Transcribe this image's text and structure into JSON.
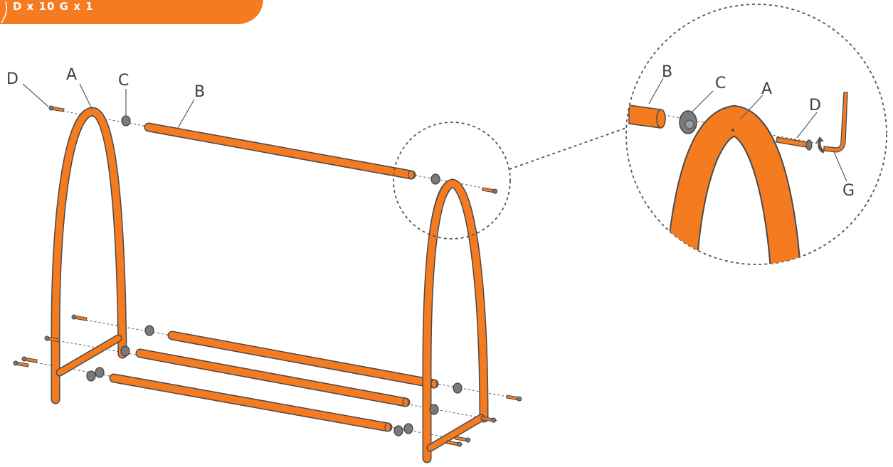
{
  "header": {
    "hardware_summary": "D x 10   G x 1"
  },
  "labels": {
    "bolt": "D",
    "frame": "A",
    "cap": "C",
    "bar": "B",
    "key": "G"
  },
  "colors": {
    "accent": "#f47b20",
    "outline": "#4a4a4a",
    "cap": "#7a7a7a",
    "guide": "#5a5a5a"
  }
}
